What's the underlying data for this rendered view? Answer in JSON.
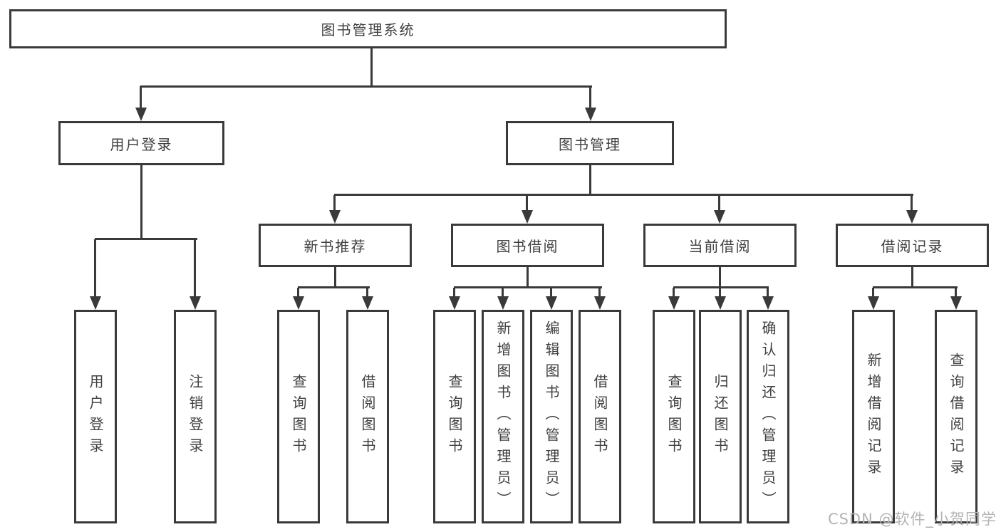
{
  "colors": {
    "line": "#3a3a3a",
    "text": "#404040",
    "background": "#ffffff",
    "watermark": "#b3b3b3"
  },
  "nodes": {
    "root": "图书管理系统",
    "user_login": "用户登录",
    "book_mgmt": "图书管理",
    "new_book_rec": "新书推荐",
    "book_borrow": "图书借阅",
    "current_borrow": "当前借阅",
    "borrow_records": "借阅记录",
    "leaf_user_login": "用户登录",
    "leaf_logout": "注销登录",
    "leaf_rec_query_book": "查询图书",
    "leaf_rec_borrow_book": "借阅图书",
    "leaf_bb_query_book": "查询图书",
    "leaf_bb_add_book": "新增图书（管理员）",
    "leaf_bb_edit_book": "编辑图书（管理员）",
    "leaf_bb_borrow_book": "借阅图书",
    "leaf_cb_query_book": "查询图书",
    "leaf_cb_return_book": "归还图书",
    "leaf_cb_confirm_return": "确认归还（管理员）",
    "leaf_rc_add_record": "新增借阅记录",
    "leaf_rc_query_record": "查询借阅记录"
  },
  "watermark": {
    "text": "CSDN @软件_小贺同学"
  }
}
